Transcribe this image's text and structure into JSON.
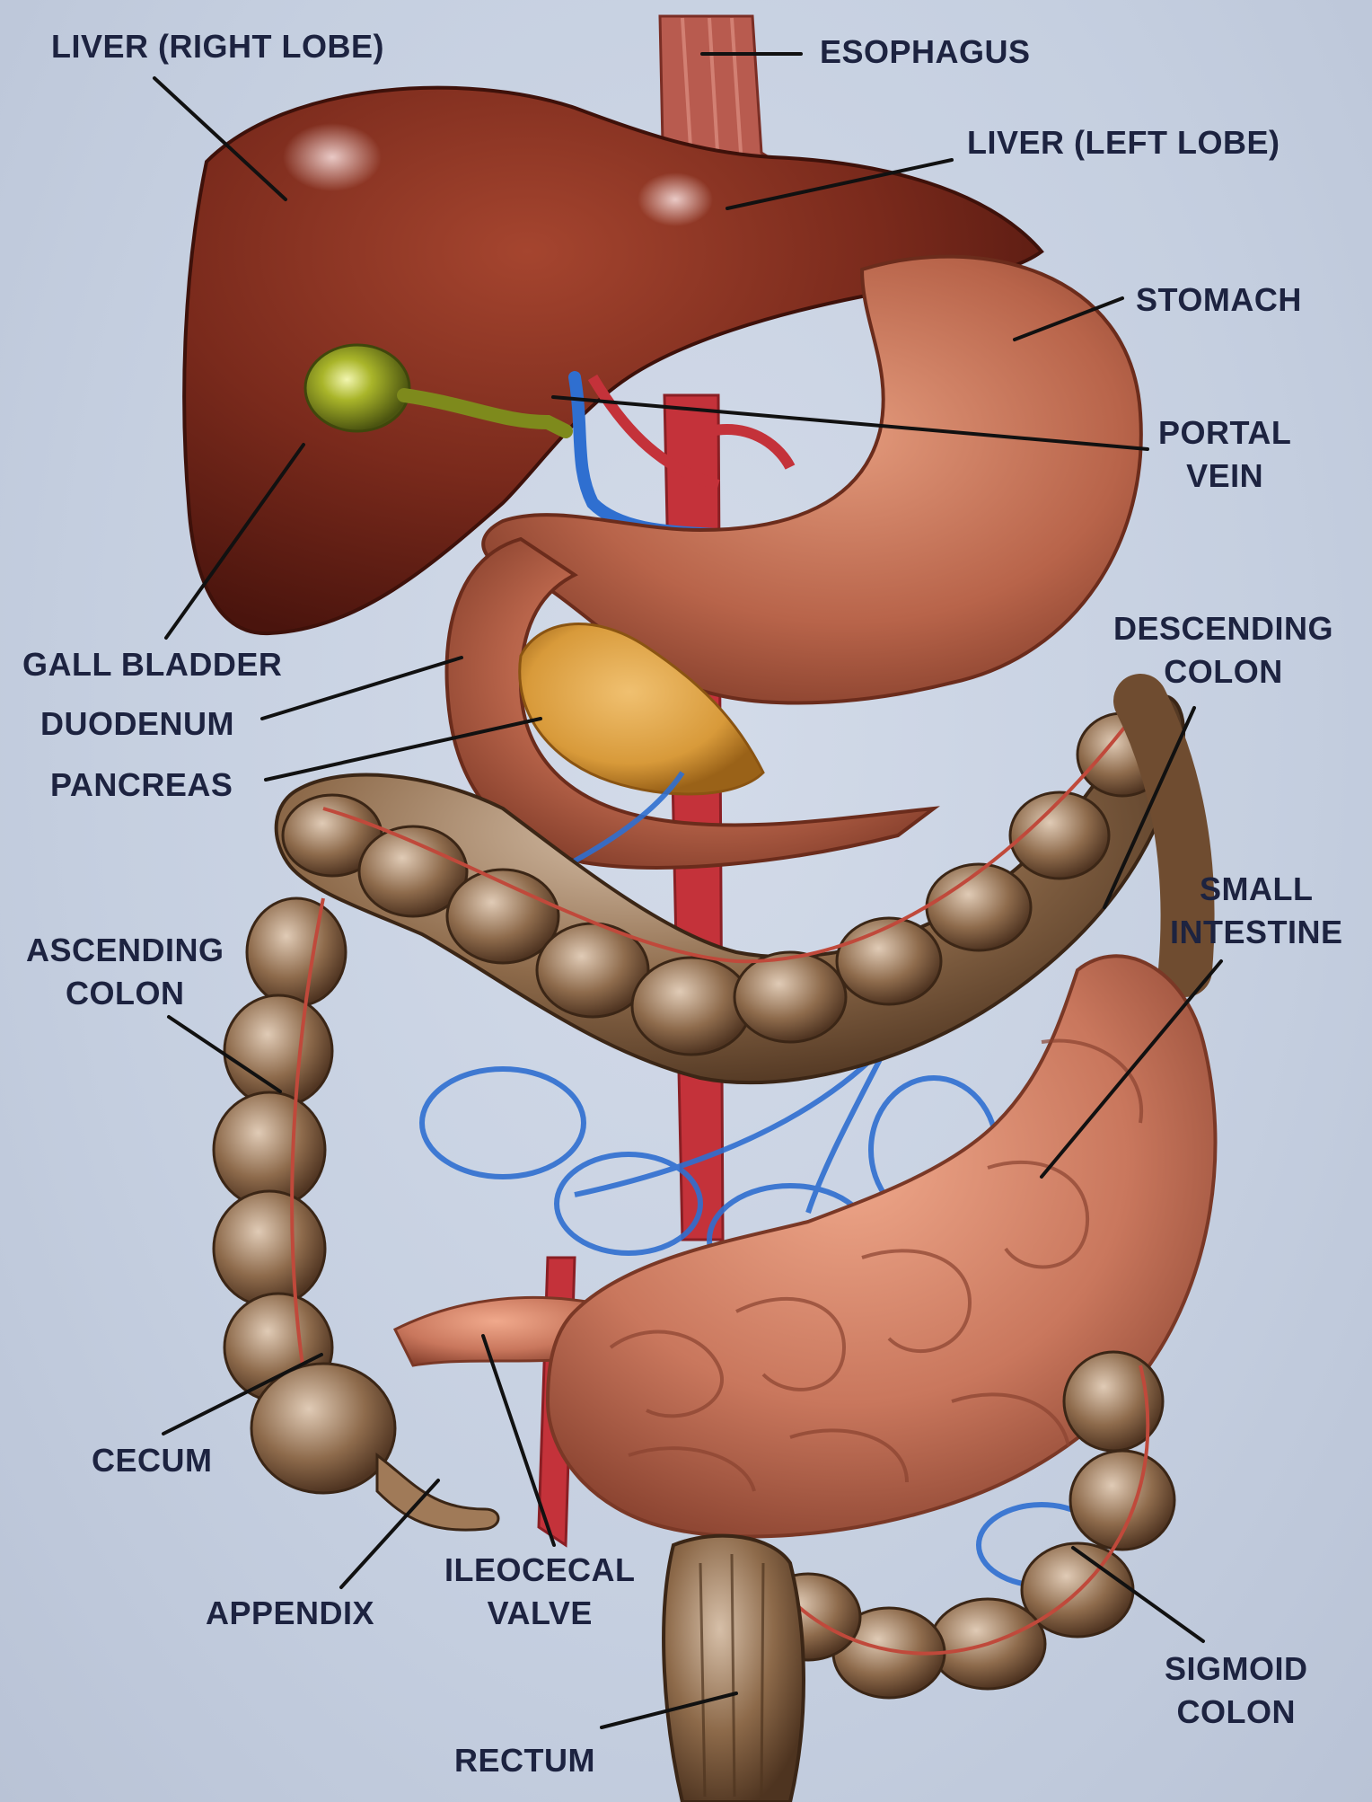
{
  "labels": {
    "liver_right_lobe": "LIVER (RIGHT LOBE)",
    "esophagus": "ESOPHAGUS",
    "liver_left_lobe": "LIVER (LEFT LOBE)",
    "stomach": "STOMACH",
    "portal_vein_1": "PORTAL",
    "portal_vein_2": "VEIN",
    "gall_bladder": "GALL BLADDER",
    "descending_colon_1": "DESCENDING",
    "descending_colon_2": "COLON",
    "duodenum": "DUODENUM",
    "pancreas": "PANCREAS",
    "small_intestine_1": "SMALL",
    "small_intestine_2": "INTESTINE",
    "ascending_colon_1": "ASCENDING",
    "ascending_colon_2": "COLON",
    "cecum": "CECUM",
    "appendix": "APPENDIX",
    "ileocecal_valve_1": "ILEOCECAL",
    "ileocecal_valve_2": "VALVE",
    "sigmoid_colon_1": "SIGMOID",
    "sigmoid_colon_2": "COLON",
    "rectum": "RECTUM"
  },
  "colors": {
    "background": "#c9d2e2",
    "label_text": "#1d2340",
    "liver": "#7a2a1c",
    "stomach": "#b8644a",
    "colon": "#7d5a3c",
    "small_intestine": "#c9775d",
    "artery": "#c4323a",
    "vein": "#2f6fd0",
    "gall_bladder": "#a9b52a",
    "pancreas": "#d89a3a"
  }
}
